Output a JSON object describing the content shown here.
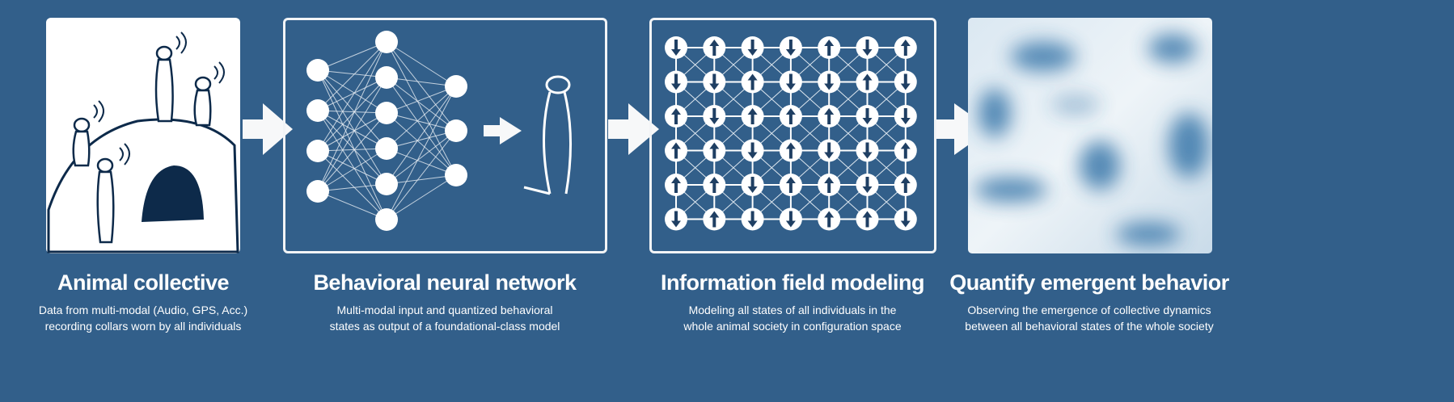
{
  "steps": [
    {
      "title": "Animal collective",
      "line1": "Data from multi-modal (Audio, GPS, Acc.)",
      "line2": "recording collars worn by all individuals"
    },
    {
      "title": "Behavioral neural network",
      "line1": "Multi-modal input and quantized behavioral",
      "line2": "states as output of a foundational-class model"
    },
    {
      "title": "Information field modeling",
      "line1": "Modeling all states of all individuals in the",
      "line2": "whole animal society in configuration space"
    },
    {
      "title": "Quantify emergent behavior",
      "line1": "Observing the emergence of collective dynamics",
      "line2": "between all behavioral states of the whole society"
    }
  ],
  "spin_grid": [
    [
      "down",
      "up",
      "down",
      "down",
      "up",
      "down",
      "up"
    ],
    [
      "down",
      "down",
      "up",
      "down",
      "down",
      "up",
      "down"
    ],
    [
      "up",
      "down",
      "up",
      "up",
      "up",
      "down",
      "down"
    ],
    [
      "up",
      "up",
      "down",
      "up",
      "down",
      "down",
      "up"
    ],
    [
      "up",
      "up",
      "down",
      "up",
      "up",
      "down",
      "up"
    ],
    [
      "down",
      "up",
      "down",
      "down",
      "up",
      "up",
      "down"
    ]
  ],
  "network_layers": [
    4,
    6,
    3
  ],
  "colors": {
    "background": "#325f8a",
    "panel_line": "#f2f4f6",
    "dark": "#0d2a4a"
  }
}
